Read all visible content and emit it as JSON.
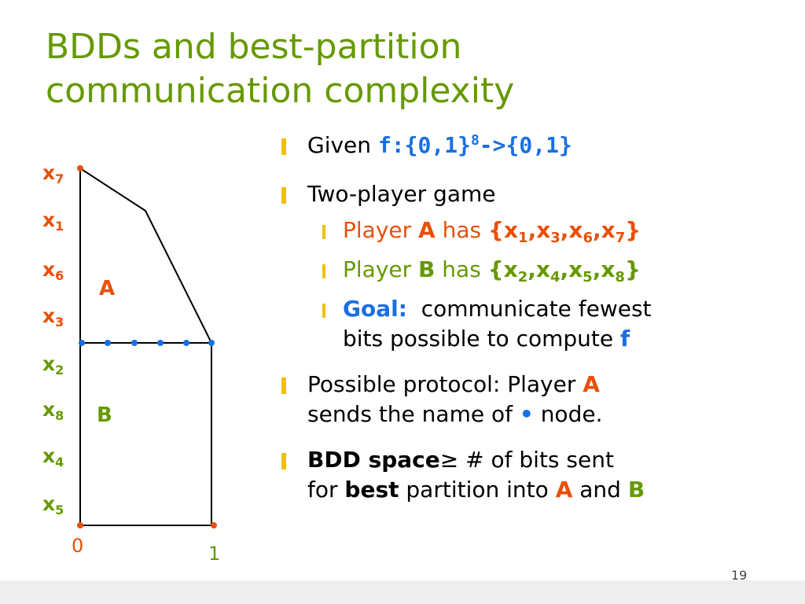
{
  "title": {
    "line1": "BDDs and best-partition",
    "line2": "communication  complexity"
  },
  "diagram": {
    "variables": [
      {
        "base": "x",
        "sub": "7"
      },
      {
        "base": "x",
        "sub": "1"
      },
      {
        "base": "x",
        "sub": "6"
      },
      {
        "base": "x",
        "sub": "3"
      },
      {
        "base": "x",
        "sub": "2"
      },
      {
        "base": "x",
        "sub": "8"
      },
      {
        "base": "x",
        "sub": "4"
      },
      {
        "base": "x",
        "sub": "5"
      }
    ],
    "region_a": "A",
    "region_b": "B",
    "terminal_0": "0",
    "terminal_1": "1",
    "colors": {
      "green": "#669900",
      "orange": "#e8500a",
      "blue": "#1a6fe0"
    }
  },
  "bullets": {
    "b1": {
      "lead": "Given",
      "func": "f:{0,1}",
      "exp": "8",
      "tail": "->{0,1}"
    },
    "b2": {
      "text": "Two-player game"
    },
    "b2a": {
      "pre": "Player",
      "who": "A",
      "has": "has",
      "open": "{x",
      "s1": "1",
      "c1": ",x",
      "s2": "3",
      "c2": ",x",
      "s3": "6",
      "c3": ",x",
      "s4": "7",
      "close": "}"
    },
    "b2b": {
      "pre": "Player",
      "who": "B",
      "has": "has",
      "open": "{x",
      "s1": "2",
      "c1": ",x",
      "s2": "4",
      "c2": ",x",
      "s3": "5",
      "c3": ",x",
      "s4": "8",
      "close": "}"
    },
    "b2c": {
      "goal": "Goal:",
      "line1": "communicate fewest",
      "line2": "bits possible to compute",
      "f": "f"
    },
    "b3": {
      "line1": "Possible protocol:  Player",
      "a": "A",
      "line2a": "sends the name of",
      "dot": "•",
      "line2b": "node."
    },
    "b4": {
      "bold": "BDD space",
      "geq": "≥",
      "hash": "#",
      "rest": "of bits sent",
      "line2a": "for",
      "best": "best",
      "line2b": "partition into",
      "a": "A",
      "and": "and",
      "b": "B"
    }
  },
  "page_number": "19",
  "bullet_color": "#f0c000"
}
